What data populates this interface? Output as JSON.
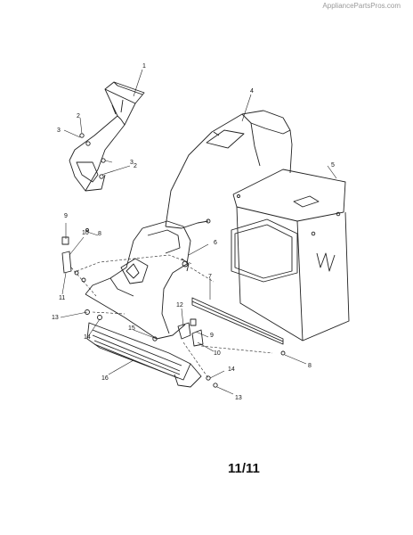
{
  "watermark": "AppliancePartsPros.com",
  "page_number": "11/11",
  "callouts": [
    "1",
    "2",
    "3",
    "3",
    "2",
    "4",
    "5",
    "6",
    "7",
    "8",
    "9",
    "10",
    "11",
    "12",
    "13",
    "14",
    "15",
    "9",
    "10",
    "8",
    "14",
    "13",
    "16"
  ]
}
